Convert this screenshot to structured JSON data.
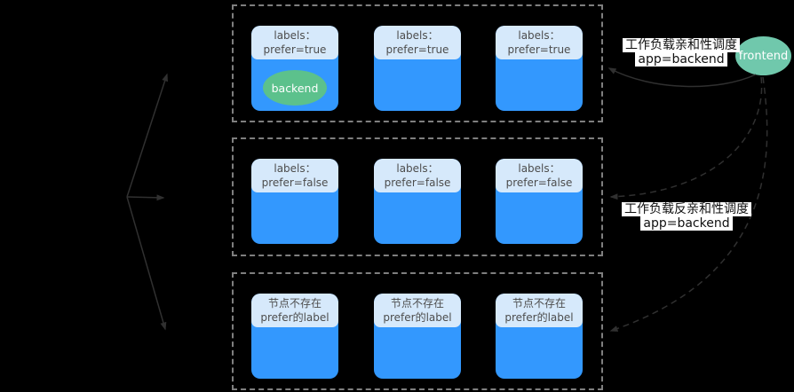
{
  "colors": {
    "background": "#000000",
    "node_body": "#3398fe",
    "node_header_bg": "#d6e9fb",
    "node_header_text": "#4d4d4d",
    "backend_pod": "#5cc18c",
    "frontend_pod": "#70c8ac",
    "pod_text": "#ffffff",
    "group_border": "#7f7f7f",
    "arrow": "#303030",
    "annotation_bg": "#ffffff",
    "annotation_text": "#101010"
  },
  "groups": [
    {
      "id": "nodes-prefer-true",
      "nodes": [
        {
          "header_line1": "labels：",
          "header_line2": "prefer=true",
          "pod": "backend"
        },
        {
          "header_line1": "labels：",
          "header_line2": "prefer=true"
        },
        {
          "header_line1": "labels：",
          "header_line2": "prefer=true"
        }
      ]
    },
    {
      "id": "nodes-prefer-false",
      "nodes": [
        {
          "header_line1": "labels：",
          "header_line2": "prefer=false"
        },
        {
          "header_line1": "labels：",
          "header_line2": "prefer=false"
        },
        {
          "header_line1": "labels：",
          "header_line2": "prefer=false"
        }
      ]
    },
    {
      "id": "nodes-no-prefer-label",
      "nodes": [
        {
          "header_line1": "节点不存在",
          "header_line2": "prefer的label"
        },
        {
          "header_line1": "节点不存在",
          "header_line2": "prefer的label"
        },
        {
          "header_line1": "节点不存在",
          "header_line2": "prefer的label"
        }
      ]
    }
  ],
  "pods": {
    "backend_label": "backend",
    "frontend_label": "frontend"
  },
  "annotations": {
    "affinity": {
      "line1": "工作负载亲和性调度",
      "line2": "app=backend"
    },
    "anti_affinity": {
      "line1": "工作负载反亲和性调度",
      "line2": "app=backend"
    }
  }
}
